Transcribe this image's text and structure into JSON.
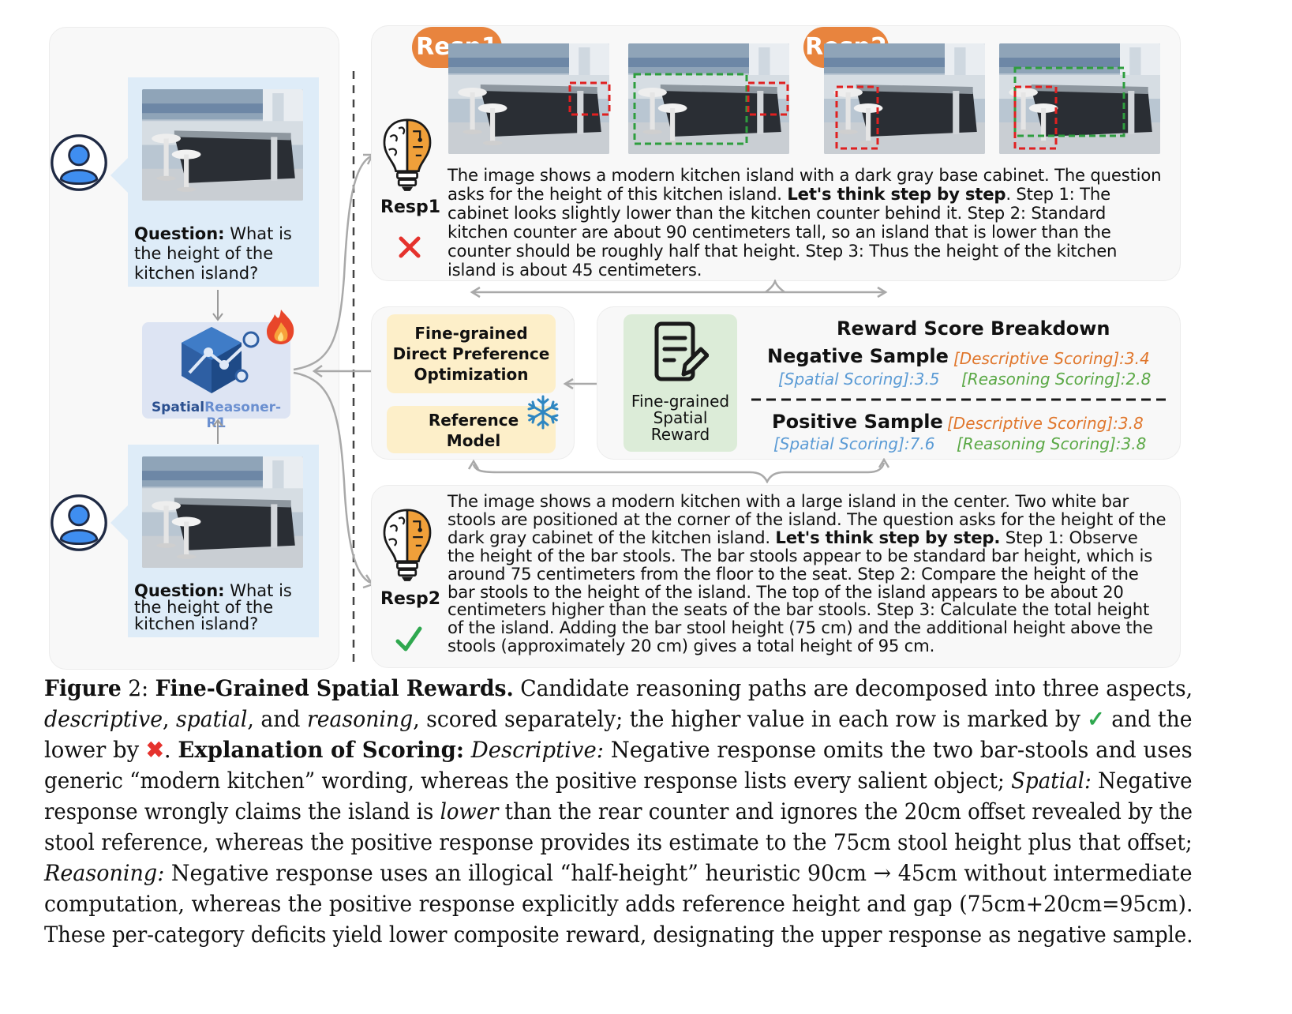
{
  "model": {
    "name_part1": "Spatial",
    "name_part2": "Reasoner-R1"
  },
  "question_top": {
    "label": "Question:",
    "text": " What is the height of the kitchen island?"
  },
  "question_bottom": {
    "label": "Question:",
    "text": " What is the height of the kitchen island?"
  },
  "pills": {
    "resp1": "Resp1",
    "resp2": "Resp2"
  },
  "resp1": {
    "label": "Resp1",
    "verdict_icon": "cross-icon",
    "text_before": "The image shows a modern kitchen island with a dark gray base cabinet. The question asks for the height of this kitchen island. ",
    "text_bold": "Let's think step by step",
    "text_after": ". Step 1: The cabinet looks slightly lower than the kitchen counter behind it. Step 2: Standard kitchen counter are about 90 centimeters tall, so an island that is lower than the counter should be roughly half that height. Step 3: Thus the height of the kitchen island is about 45 centimeters."
  },
  "resp2": {
    "label": "Resp2",
    "verdict_icon": "check-icon",
    "text_before": "The image shows a modern kitchen with a large island in the center. Two white bar stools are positioned at the corner of the island. The question asks for the height of the dark gray cabinet of the kitchen island. ",
    "text_bold": "Let's think step by step.",
    "text_after": " Step 1: Observe the height of the bar stools. The bar stools appear to be standard bar height, which is around 75 centimeters from the floor to the seat. Step 2: Compare the height of the bar stools to the height of the island. The top of the island appears to be about 20 centimeters higher than the seats of the bar stools. Step 3: Calculate the total height of the island. Adding the bar stool height (75 cm) and the additional height above the stools (approximately 20 cm) gives a total height of 95 cm."
  },
  "dpo": {
    "label": "Fine-grained Direct Preference Optimization"
  },
  "reference": {
    "label": "Reference Model"
  },
  "reward": {
    "label": "Fine-grained Spatial Reward"
  },
  "breakdown": {
    "title": "Reward Score Breakdown",
    "negative": {
      "label": "Negative Sample",
      "descriptive": "[Descriptive Scoring]:3.4",
      "spatial": "[Spatial Scoring]:3.5",
      "reasoning": "[Reasoning Scoring]:2.8"
    },
    "positive": {
      "label": "Positive Sample",
      "descriptive": "[Descriptive Scoring]:3.8",
      "spatial": "[Spatial Scoring]:7.6",
      "reasoning": "[Reasoning Scoring]:3.8"
    }
  },
  "colors": {
    "descriptive": "#e0762b",
    "spatial": "#5b9bd5",
    "reasoning": "#5aa845",
    "pill": "#e8843e",
    "bbox_red": "#e02020",
    "bbox_green": "#2e9e3e"
  },
  "caption": {
    "fig_label": "Figure",
    "fig_num": " 2: ",
    "title": "Fine-Grained Spatial Rewards.",
    "intro": " Candidate reasoning paths are decomposed into three aspects,",
    "w_descriptive": "descriptive",
    "comma1": ", ",
    "w_spatial": "spatial",
    "and1": ", and ",
    "w_reasoning": "reasoning",
    "scored": ", scored separately; the higher value in each row is marked by ",
    "and_the": " and the",
    "lower_by": "lower by ",
    "period": ". ",
    "expl_title": "Explanation of Scoring:",
    "desc_label": "Descriptive:",
    "desc_text1": " Negative response omits the two bar-stools and uses",
    "desc_text2": "generic “modern kitchen” wording, whereas the positive response lists every salient object; ",
    "spatial_label": "Spatial:",
    "spatial_text1": " Negative",
    "spatial_text2a": "response wrongly claims the island is ",
    "spatial_lower": "lower",
    "spatial_text2b": " than the rear counter and ignores the 20cm offset revealed by the",
    "spatial_text3": "stool reference, whereas the positive response provides its estimate to the 75cm stool height plus that offset;",
    "reasoning_label": "Reasoning:",
    "reasoning_text1": " Negative response uses an illogical “half-height” heuristic 90cm → 45cm without intermediate",
    "reasoning_text2": "computation, whereas the positive response explicitly adds reference height and gap (75cm+20cm=95cm).",
    "final": "These per-category deficits yield lower composite reward, designating the upper response as negative sample."
  }
}
